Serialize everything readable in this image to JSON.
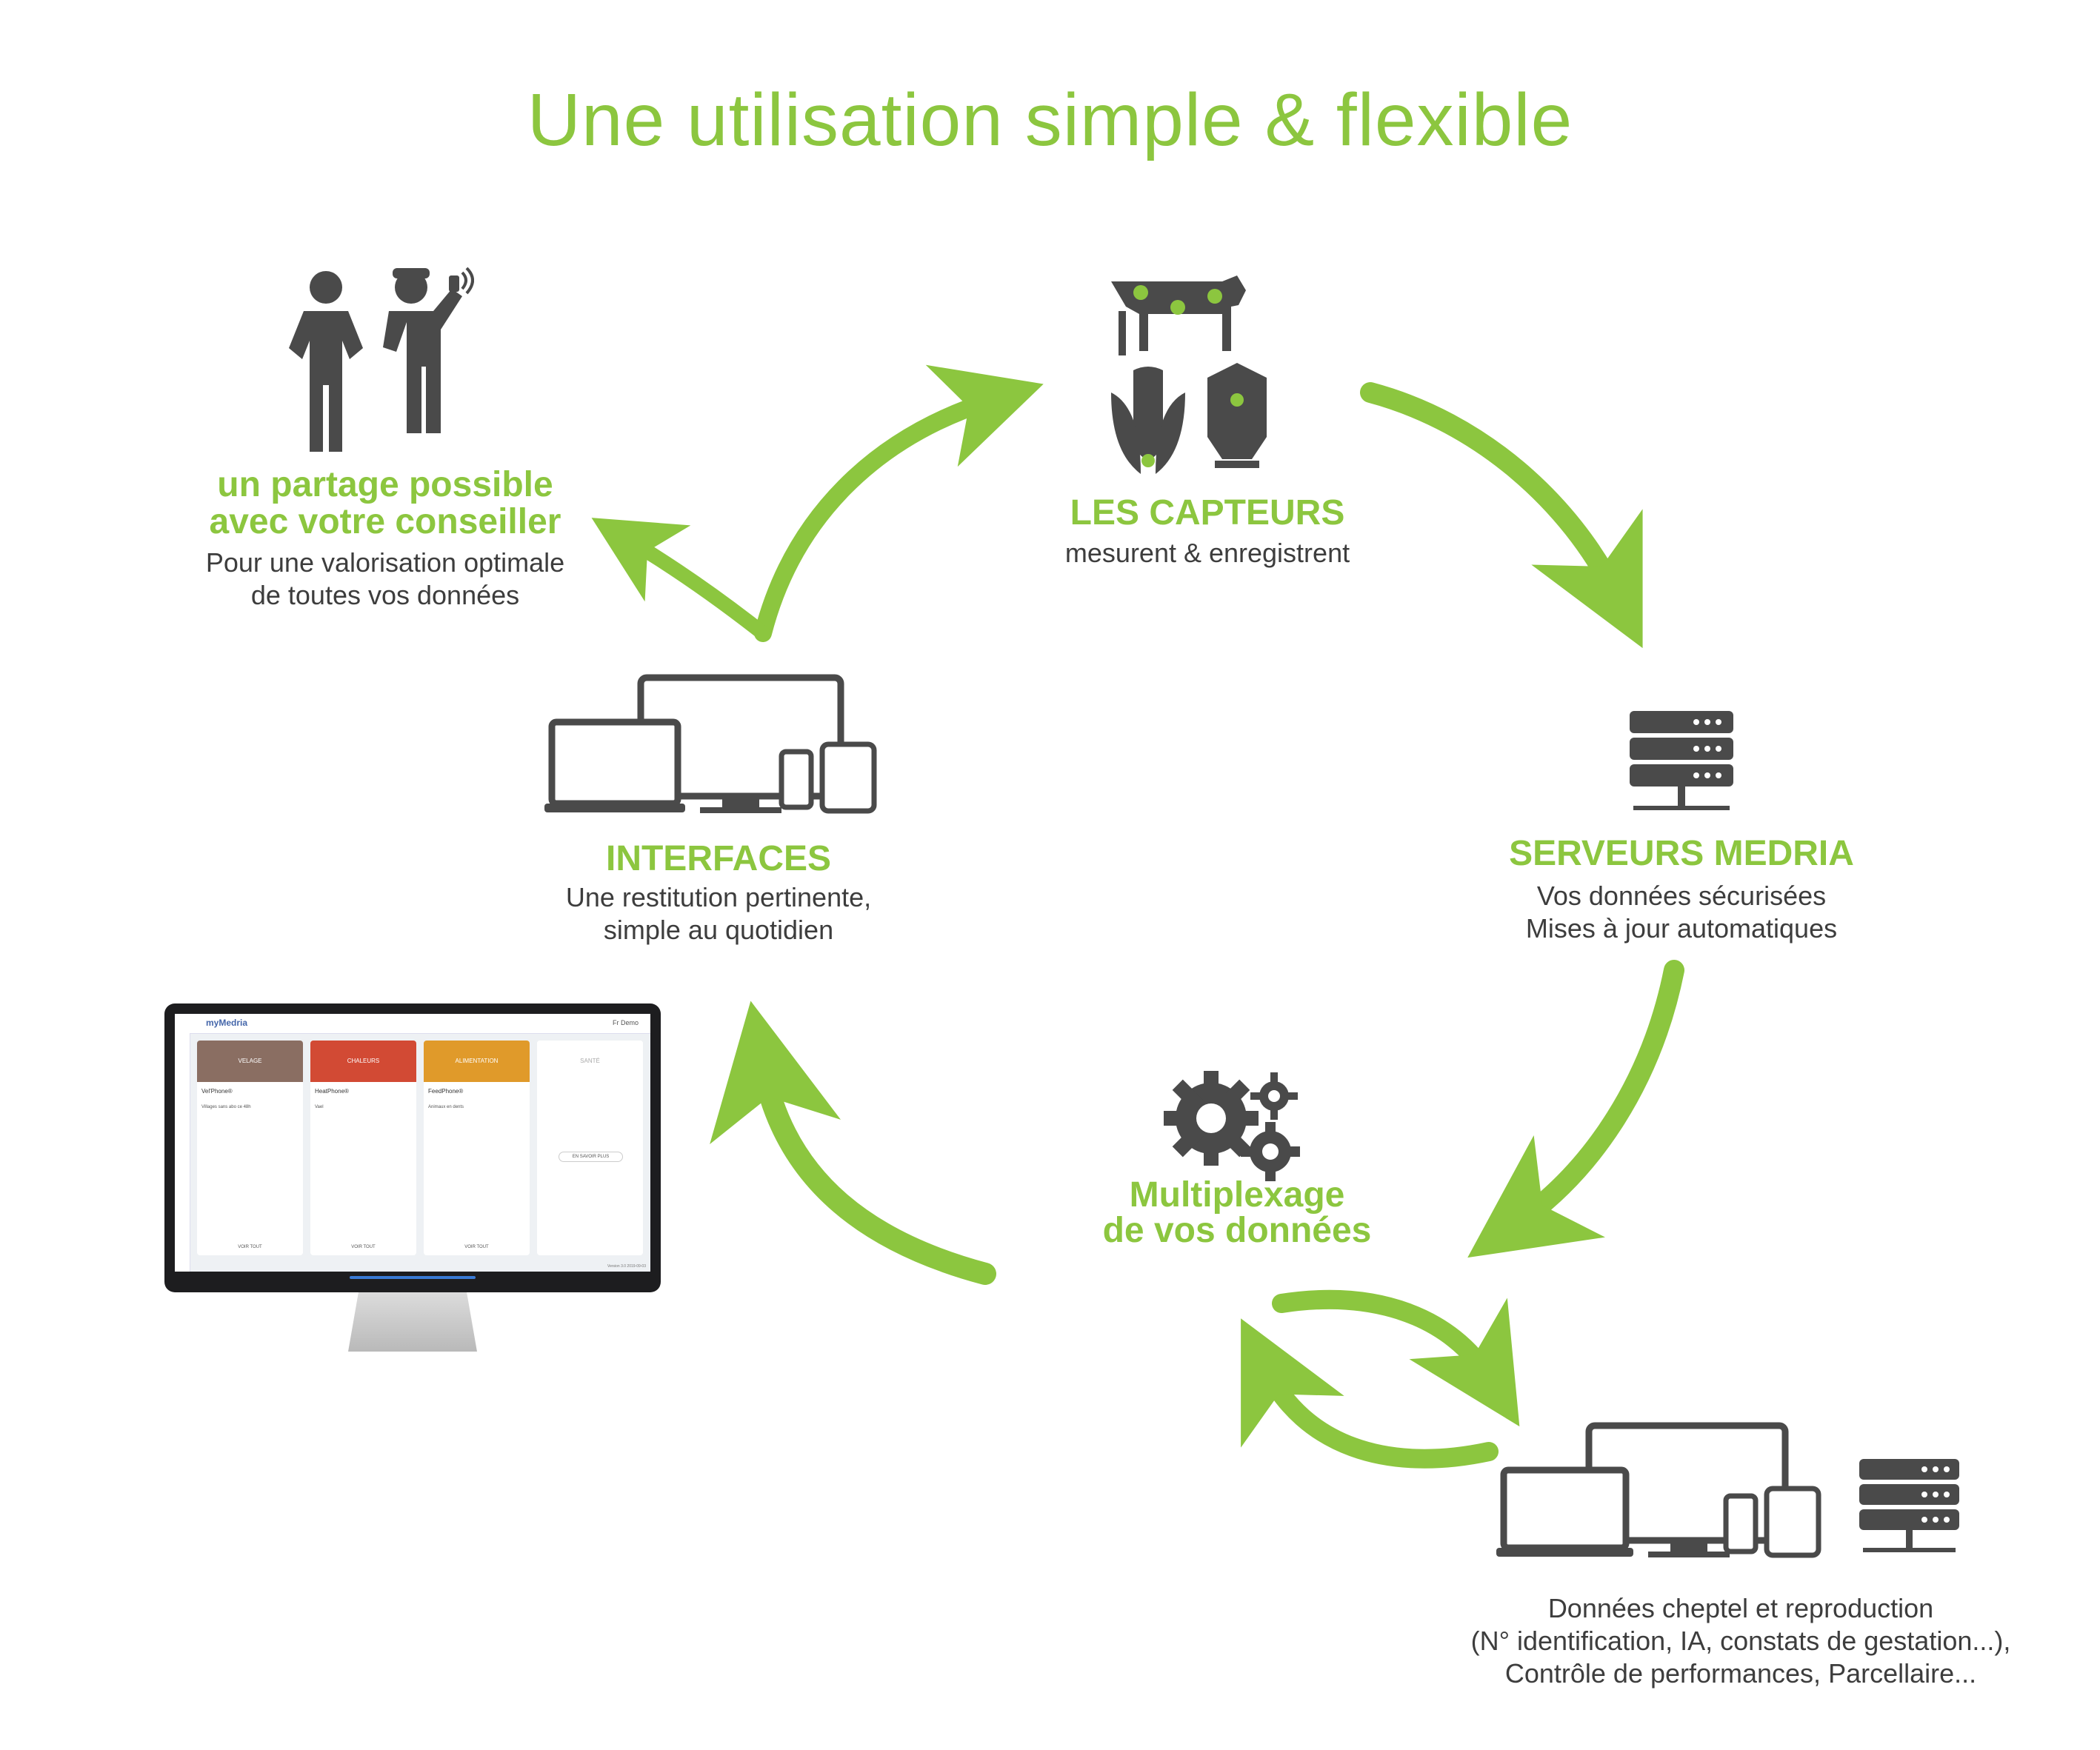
{
  "title": "Une utilisation simple & flexible",
  "colors": {
    "accent": "#8cc63f",
    "icon": "#4a4a4a",
    "text": "#3d3d3d"
  },
  "nodes": {
    "capteurs": {
      "heading": "LES CAPTEURS",
      "lines": [
        "mesurent & enregistrent"
      ],
      "icon": "cow-corn-silo-icon"
    },
    "serveurs": {
      "heading": "SERVEURS MEDRIA",
      "lines": [
        "Vos données sécurisées",
        "Mises à jour automatiques"
      ],
      "icon": "server-icon"
    },
    "multiplexage": {
      "heading_lines": [
        "Multiplexage",
        "de vos données"
      ],
      "icon": "gears-icon"
    },
    "interfaces": {
      "heading": "INTERFACES",
      "lines": [
        "Une restitution pertinente,",
        "simple au quotidien"
      ],
      "icon": "devices-icon"
    },
    "partage": {
      "heading_lines": [
        "un  partage possible",
        "avec  votre   conseiller"
      ],
      "lines": [
        "Pour une valorisation optimale",
        "de toutes vos données"
      ],
      "icon": "people-icon"
    },
    "donnees": {
      "lines": [
        "Données cheptel et reproduction",
        "(N° identification, IA, constats de gestation...),",
        "Contrôle de performances, Parcellaire..."
      ],
      "icon": "devices-server-icon"
    }
  },
  "screen": {
    "brand": "myMedria",
    "user": "Fr Demo",
    "cards": [
      {
        "label": "VELAGE",
        "product": "Vel'Phone®",
        "row": "Villages sans abo ce 48h",
        "btn": "VOIR TOUT"
      },
      {
        "label": "CHALEURS",
        "product": "HeatPhone®",
        "row": "Vael",
        "btn": "VOIR TOUT"
      },
      {
        "label": "ALIMENTATION",
        "product": "FeedPhone®",
        "row": "Animaux en dents",
        "btn": "VOIR TOUT"
      },
      {
        "label": "SANTÉ",
        "product": "",
        "row": "",
        "btn": "EN SAVOIR PLUS"
      }
    ],
    "footer": "Version 3.0 2019-09-03"
  }
}
